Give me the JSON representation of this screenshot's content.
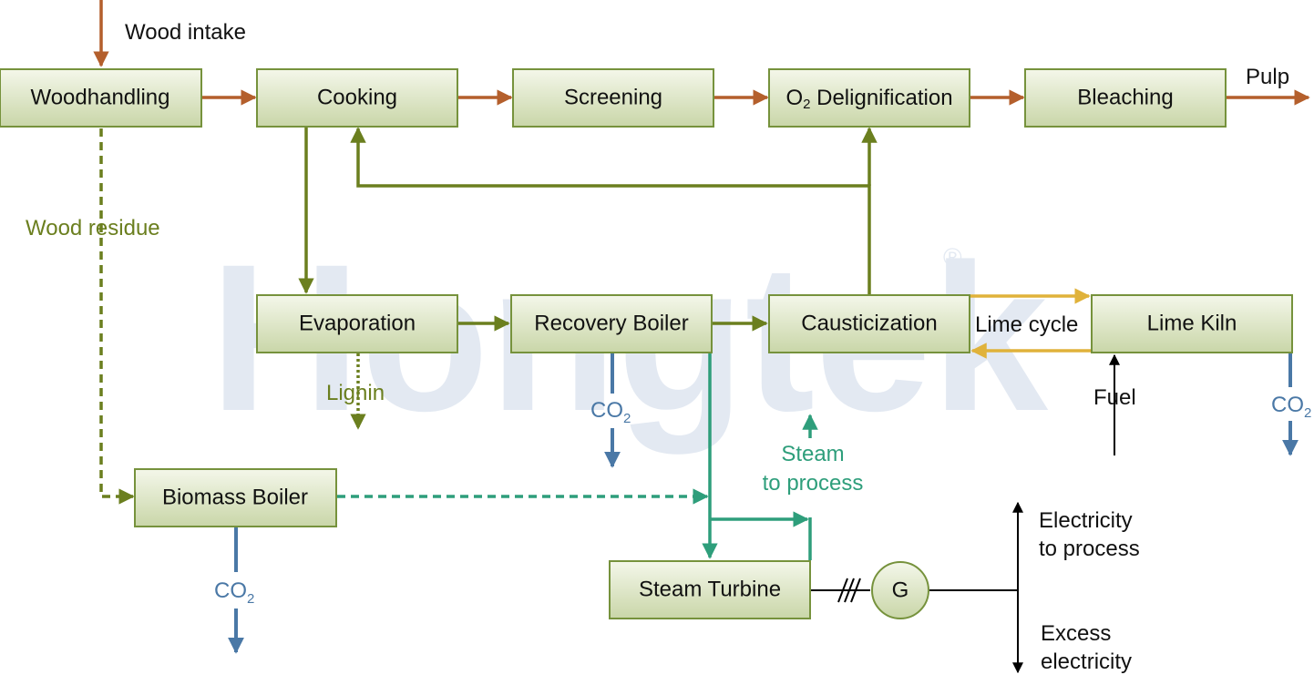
{
  "boxes": {
    "woodhandling": "Woodhandling",
    "cooking": "Cooking",
    "screening": "Screening",
    "o2_delig_prefix": "O",
    "o2_delig_sub": "2",
    "o2_delig_rest": " Delignification",
    "bleaching": "Bleaching",
    "evaporation": "Evaporation",
    "recovery_boiler": "Recovery Boiler",
    "causticization": "Causticization",
    "lime_kiln": "Lime Kiln",
    "biomass_boiler": "Biomass Boiler",
    "steam_turbine": "Steam Turbine",
    "generator": "G"
  },
  "labels": {
    "wood_intake": "Wood intake",
    "pulp": "Pulp",
    "wood_residue": "Wood residue",
    "lignin": "Lignin",
    "co2_main": "CO",
    "co2_sub": "2",
    "lime_cycle": "Lime cycle",
    "fuel": "Fuel",
    "steam_line1": "Steam",
    "steam_line2": "to process",
    "elec_process_line1": "Electricity",
    "elec_process_line2": "to process",
    "excess_line1": "Excess",
    "excess_line2": "electricity"
  },
  "watermark": {
    "text": "Hongtek",
    "registered": "®"
  },
  "colors": {
    "pulp_flow": "#b45f2c",
    "liquor_flow": "#6b7f1f",
    "steam_flow": "#2e9e7b",
    "co2_flow": "#4a78a6",
    "lime_cycle": "#e0b23a",
    "box_border": "#76923c",
    "box_fill_top": "#f4f7ea",
    "box_fill_bottom": "#c9d6a8"
  }
}
